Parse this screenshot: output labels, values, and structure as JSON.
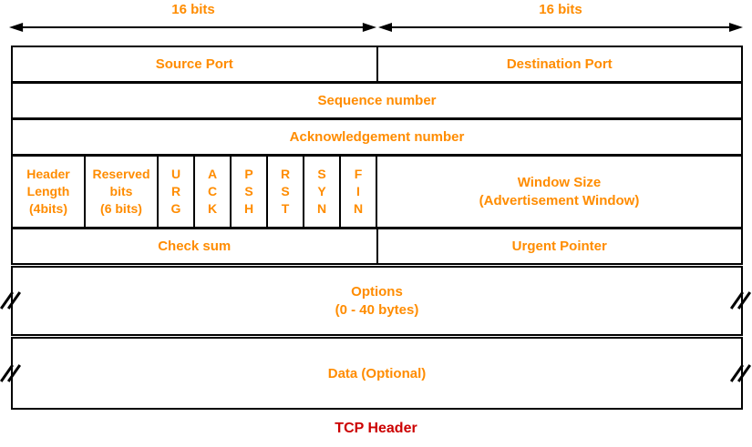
{
  "bit_width_labels": {
    "left": "16 bits",
    "right": "16 bits"
  },
  "fields": {
    "source_port": "Source Port",
    "destination_port": "Destination Port",
    "sequence_number": "Sequence number",
    "acknowledgement_number": "Acknowledgement number",
    "header_length": {
      "lines": [
        "Header",
        "Length",
        "(4bits)"
      ]
    },
    "reserved_bits": {
      "lines": [
        "Reserved",
        "bits",
        "(6 bits)"
      ]
    },
    "flags": [
      {
        "name": "URG",
        "letters": [
          "U",
          "R",
          "G"
        ]
      },
      {
        "name": "ACK",
        "letters": [
          "A",
          "C",
          "K"
        ]
      },
      {
        "name": "PSH",
        "letters": [
          "P",
          "S",
          "H"
        ]
      },
      {
        "name": "RST",
        "letters": [
          "R",
          "S",
          "T"
        ]
      },
      {
        "name": "SYN",
        "letters": [
          "S",
          "Y",
          "N"
        ]
      },
      {
        "name": "FIN",
        "letters": [
          "F",
          "I",
          "N"
        ]
      }
    ],
    "window_size": {
      "lines": [
        "Window Size",
        "(Advertisement Window)"
      ]
    },
    "checksum": "Check sum",
    "urgent_pointer": "Urgent Pointer",
    "options": {
      "lines": [
        "Options",
        "(0 - 40 bytes)"
      ]
    },
    "data": "Data (Optional)"
  },
  "caption": "TCP Header",
  "colors": {
    "field_text": "#FF8C00",
    "caption_text": "#CC0000",
    "border": "#000000",
    "background": "#FFFFFF"
  },
  "icons": {
    "bit_span_arrow": "double-headed-arrow",
    "truncation_mark": "double-slash"
  }
}
